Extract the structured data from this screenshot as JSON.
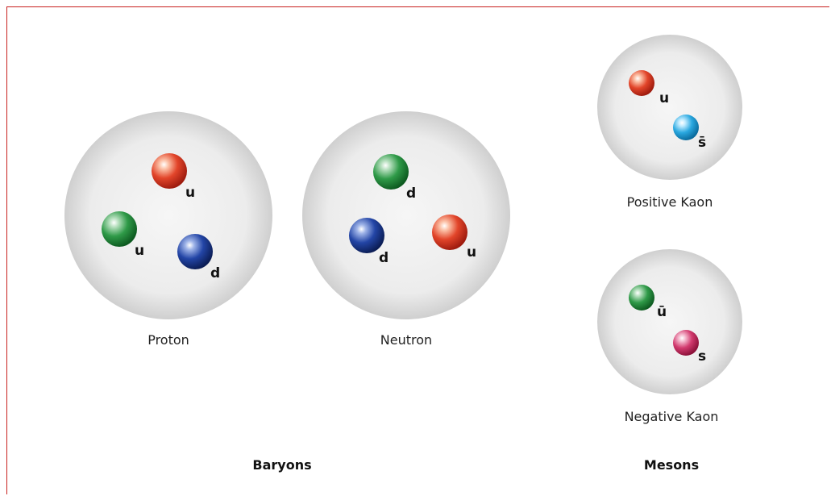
{
  "particles": [
    {
      "name": "Proton",
      "quarks": [
        {
          "flavor": "u",
          "color": "red"
        },
        {
          "flavor": "u",
          "color": "green"
        },
        {
          "flavor": "d",
          "color": "blue"
        }
      ]
    },
    {
      "name": "Neutron",
      "quarks": [
        {
          "flavor": "d",
          "color": "green"
        },
        {
          "flavor": "d",
          "color": "blue"
        },
        {
          "flavor": "u",
          "color": "red"
        }
      ]
    },
    {
      "name": "Positive Kaon",
      "quarks": [
        {
          "flavor": "u",
          "color": "red"
        },
        {
          "flavor": "s̄",
          "color": "cyan"
        }
      ]
    },
    {
      "name": "Negative Kaon",
      "quarks": [
        {
          "flavor": "ū",
          "color": "green"
        },
        {
          "flavor": "s",
          "color": "pink"
        }
      ]
    }
  ],
  "groups": {
    "baryons": "Baryons",
    "mesons": "Mesons"
  },
  "colors": {
    "red": "#e2452a",
    "green": "#1f8a3a",
    "blue": "#1a3a8c",
    "cyan": "#2aa8e0",
    "pink": "#d23a6e",
    "frame": "#c8201e"
  }
}
